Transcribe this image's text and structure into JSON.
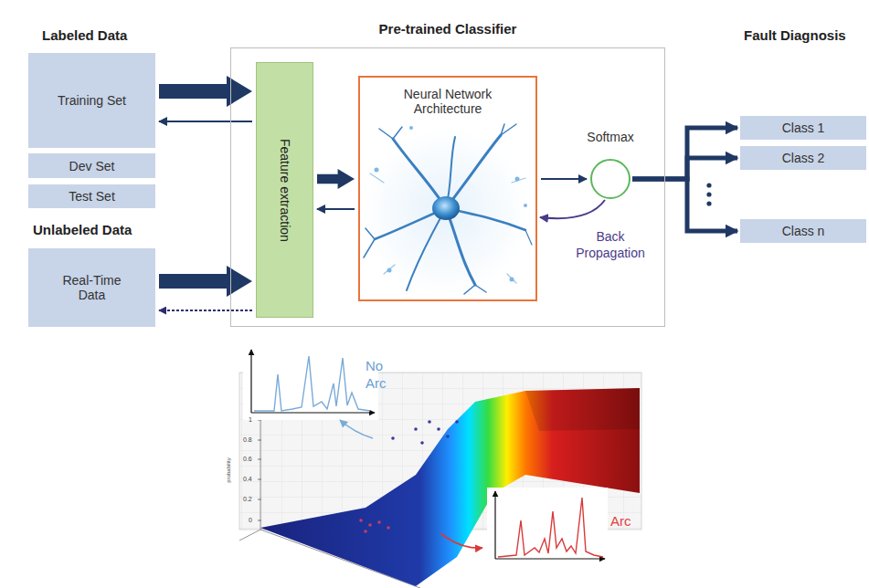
{
  "diagram": {
    "nodes": [
      {
        "text": [
          "Training Set"
        ]
      },
      {
        "text": [
          "Dev Set"
        ]
      },
      {
        "text": [
          "Test Set"
        ]
      },
      {
        "text": [
          "Real-Time Data"
        ]
      },
      {
        "text": [
          "Pre-trained Classifier"
        ]
      },
      {
        "text": [
          "Feature extraction"
        ],
        "in": 4
      },
      {
        "text": [
          "Neural Network Architecture"
        ],
        "in": 4
      },
      {
        "text": [
          "Softmax"
        ],
        "in": 4
      },
      {
        "text": [
          "Class 1"
        ]
      },
      {
        "text": [
          "Class 2"
        ]
      },
      {
        "text": [
          "Class n"
        ]
      }
    ],
    "edges": [
      {
        "from": 0,
        "to": 5,
        "arrow": "to"
      },
      {
        "from": 5,
        "to": 0,
        "arrow": "to"
      },
      {
        "from": 3,
        "to": 5,
        "arrow": "to"
      },
      {
        "from": 5,
        "to": 3,
        "arrow": "to"
      },
      {
        "from": 5,
        "to": 6,
        "arrow": "to"
      },
      {
        "from": 6,
        "to": 5,
        "arrow": "to"
      },
      {
        "from": 6,
        "to": 7,
        "arrow": "to"
      },
      {
        "from": 7,
        "to": 6,
        "label": "Back Propagation",
        "arrow": "to"
      },
      {
        "from": 7,
        "to": 8,
        "arrow": "to"
      },
      {
        "from": 7,
        "to": 9,
        "arrow": "to"
      },
      {
        "from": 7,
        "to": 10,
        "arrow": "to"
      }
    ],
    "labels": [
      "Labeled Data",
      "Unlabeled Data",
      "Fault Diagnosis",
      "No Arc",
      "Arc",
      "1",
      "0.8",
      "0.6",
      "0.4",
      "0.2",
      "0",
      "probability"
    ]
  }
}
